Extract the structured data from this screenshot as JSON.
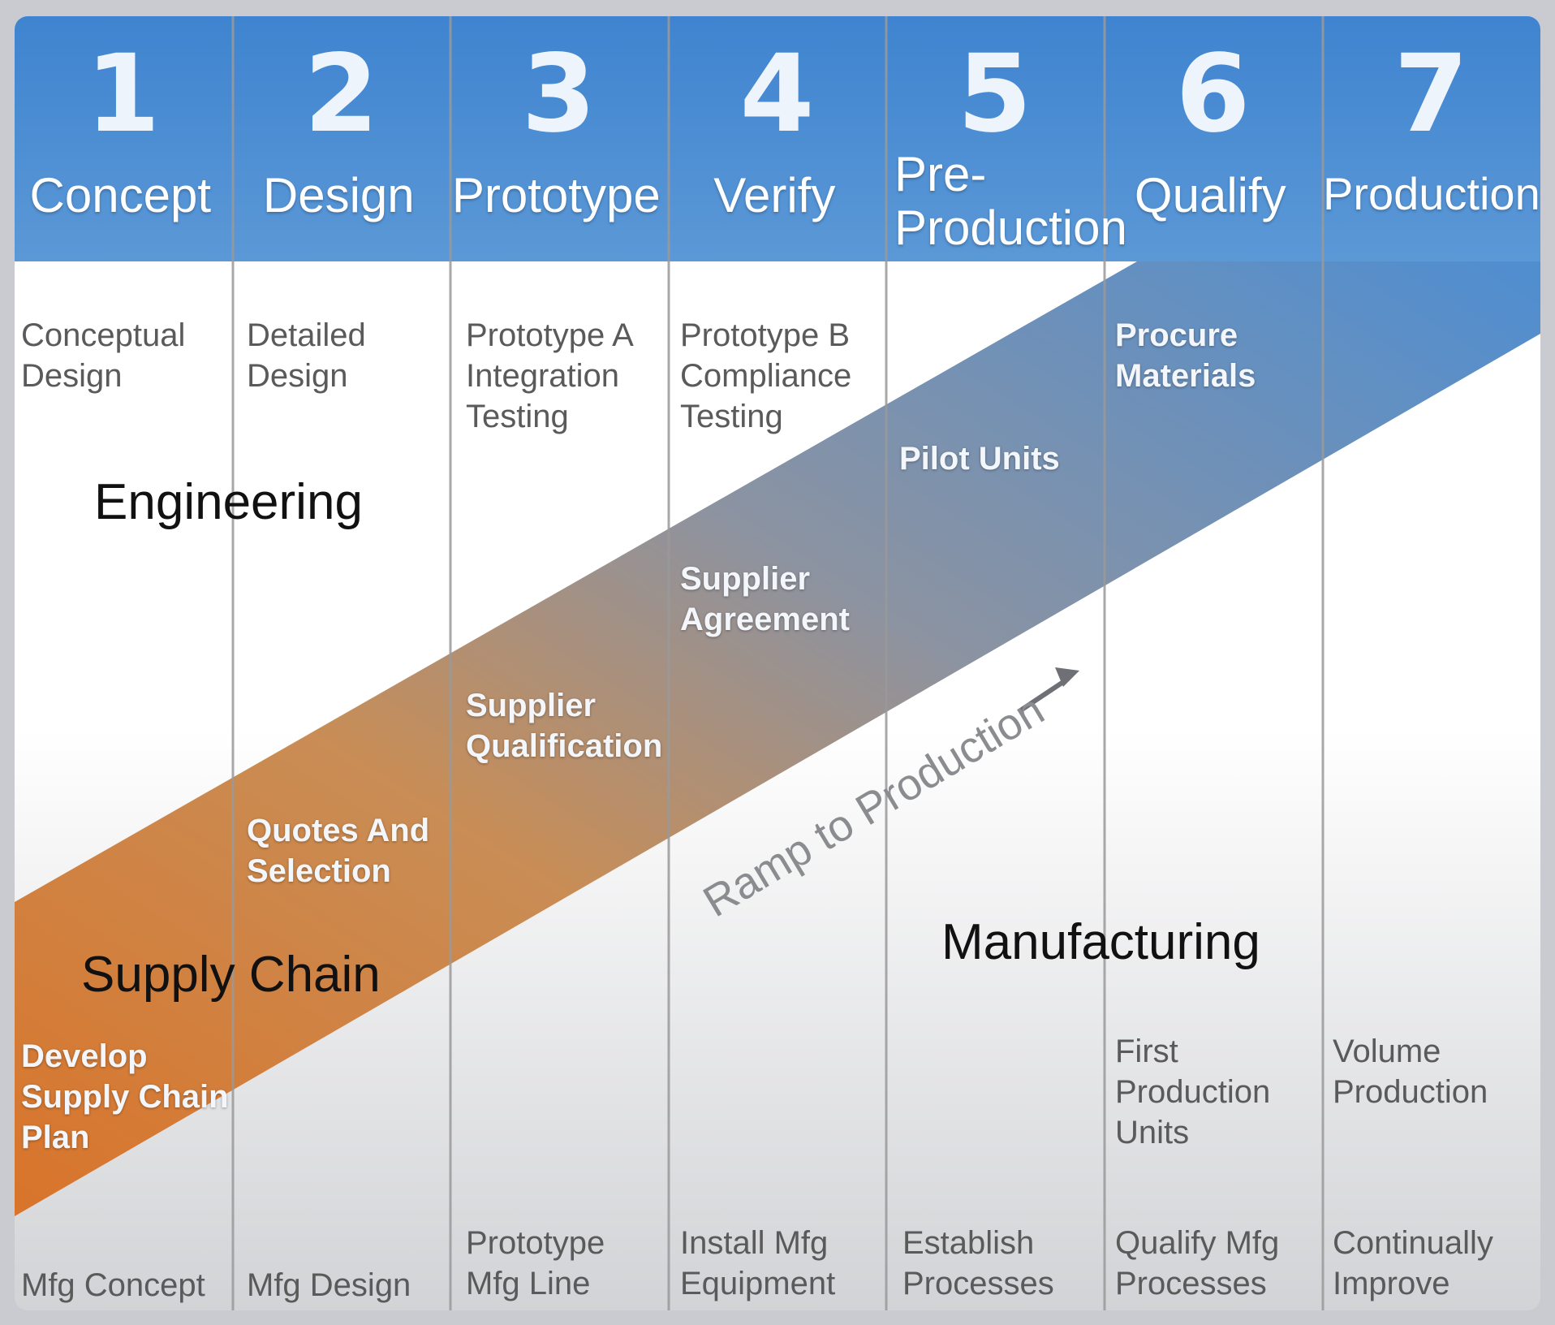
{
  "phases": [
    {
      "number": "1",
      "name": "Concept"
    },
    {
      "number": "2",
      "name": "Design"
    },
    {
      "number": "3",
      "name": "Prototype"
    },
    {
      "number": "4",
      "name": "Verify"
    },
    {
      "number": "5",
      "name": "Pre-\nProduction"
    },
    {
      "number": "6",
      "name": "Qualify"
    },
    {
      "number": "7",
      "name": "Production"
    }
  ],
  "engineering": {
    "label": "Engineering",
    "tasks": [
      "Conceptual\nDesign",
      "Detailed\nDesign",
      "Prototype A\nIntegration\nTesting",
      "Prototype B\nCompliance\nTesting",
      "Pilot Units",
      "Procure\nMaterials"
    ]
  },
  "supply_chain": {
    "label": "Supply Chain",
    "tasks": [
      "Develop\nSupply Chain\nPlan",
      "Quotes And\nSelection",
      "Supplier\nQualification",
      "Supplier\nAgreement"
    ]
  },
  "manufacturing": {
    "label": "Manufacturing",
    "ramp_label": "Ramp to Production",
    "tasks": [
      "Mfg Concept",
      "Mfg Design",
      "Prototype\nMfg Line",
      "Install Mfg\nEquipment",
      "Establish\nProcesses",
      "Qualify Mfg\nProcesses",
      "Continually\nImprove",
      "First\nProduction\nUnits",
      "Volume\nProduction"
    ]
  },
  "colors": {
    "header_blue": "#4a8fd6",
    "band_blue": "#4f8ed1",
    "band_orange": "#d9782a",
    "divider": "#8e8e8e"
  }
}
